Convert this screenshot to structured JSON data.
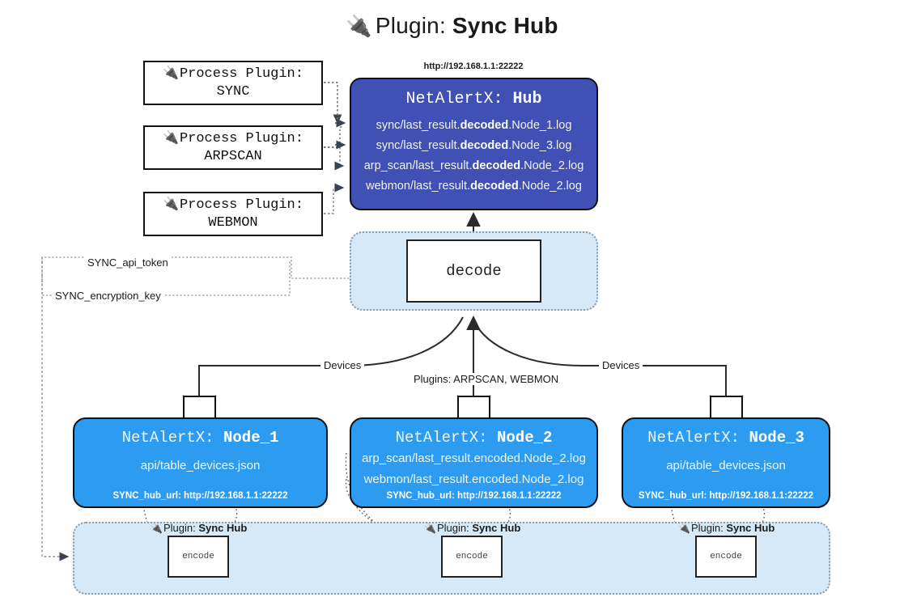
{
  "title": {
    "icon": "plug-icon",
    "label": "Plugin:",
    "value": "Sync Hub"
  },
  "process_plugins": [
    {
      "icon": "plug-icon",
      "label": "Process Plugin:",
      "value": "SYNC"
    },
    {
      "icon": "plug-icon",
      "label": "Process Plugin:",
      "value": "ARPSCAN"
    },
    {
      "icon": "plug-icon",
      "label": "Process Plugin:",
      "value": "WEBMON"
    }
  ],
  "hub": {
    "url": "http://192.168.1.1:22222",
    "title_prefix": "NetAlertX:",
    "title_value": "Hub",
    "color": "#4050b5",
    "rows": [
      {
        "pre": "sync/last_result.",
        "bold": "decoded",
        "post": ".Node_1.log"
      },
      {
        "pre": "sync/last_result.",
        "bold": "decoded",
        "post": ".Node_3.log"
      },
      {
        "pre": "arp_scan/last_result.",
        "bold": "decoded",
        "post": ".Node_2.log"
      },
      {
        "pre": "webmon/last_result.",
        "bold": "decoded",
        "post": ".Node_2.log"
      }
    ]
  },
  "decode": {
    "label": "decode",
    "container_color": "#d6e9f8"
  },
  "config_edges": {
    "api_token": "SYNC_api_token",
    "encryption_key": "SYNC_encryption_key"
  },
  "flow_labels": {
    "devices_left": "Devices",
    "devices_right": "Devices",
    "plugins_center": "Plugins: ARPSCAN, WEBMON"
  },
  "nodes": [
    {
      "title_prefix": "NetAlertX:",
      "title_value": "Node_1",
      "color": "#2d9cf0",
      "lines": [
        "api/table_devices.json"
      ],
      "footer": "SYNC_hub_url: http://192.168.1.1:22222",
      "envelope_icon": "envelope-icon"
    },
    {
      "title_prefix": "NetAlertX:",
      "title_value": "Node_2",
      "color": "#2d9cf0",
      "lines": [
        "arp_scan/last_result.encoded.Node_2.log",
        "webmon/last_result.encoded.Node_2.log"
      ],
      "footer": "SYNC_hub_url: http://192.168.1.1:22222",
      "envelope_icon": "envelope-icon"
    },
    {
      "title_prefix": "NetAlertX:",
      "title_value": "Node_3",
      "color": "#2d9cf0",
      "lines": [
        "api/table_devices.json"
      ],
      "footer": "SYNC_hub_url: http://192.168.1.1:22222",
      "envelope_icon": "envelope-icon"
    }
  ],
  "encoders": [
    {
      "plugin_label": "Plugin:",
      "plugin_value": "Sync Hub",
      "box_label": "encode",
      "icon": "plug-icon"
    },
    {
      "plugin_label": "Plugin:",
      "plugin_value": "Sync Hub",
      "box_label": "encode",
      "icon": "plug-icon"
    },
    {
      "plugin_label": "Plugin:",
      "plugin_value": "Sync Hub",
      "box_label": "encode",
      "icon": "plug-icon"
    }
  ]
}
